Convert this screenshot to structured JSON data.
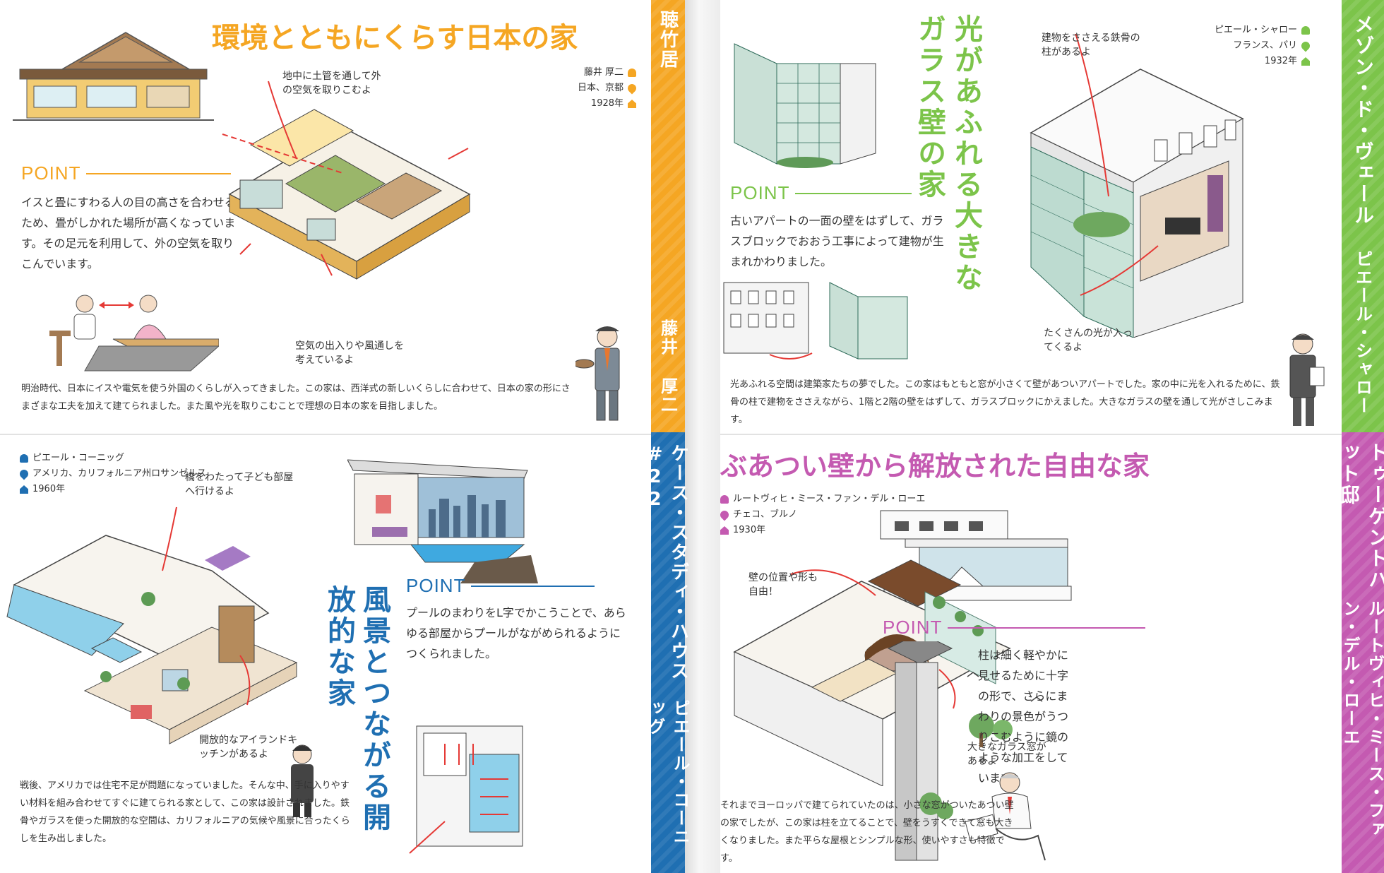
{
  "tl": {
    "title": "環境とともにくらす日本の家",
    "meta": [
      "藤井 厚二",
      "日本、京都",
      "1928年"
    ],
    "point_label": "POINT",
    "point_text": "イスと畳にすわる人の目の高さを合わせるため、畳がしかれた場所が高くなっています。その足元を利用して、外の空気を取りこんでいます。",
    "callout1": "地中に土管を通して外の空気を取りこむよ",
    "callout2": "空気の出入りや風通しを考えているよ",
    "body": "明治時代、日本にイスや電気を使う外国のくらしが入ってきました。この家は、西洋式の新しいくらしに合わせて、日本の家の形にさまざまな工夫を加えて建てられました。また風や光を取りこむことで理想の日本の家を目指しました。"
  },
  "band_orange": {
    "top": "聴竹居",
    "bottom": "藤井 厚二"
  },
  "band_blue": {
    "top": "ケース・スタディ・ハウス#22",
    "bottom": "ピエール・コーニッグ"
  },
  "band_green": {
    "top": "メゾン・ド・ヴェール",
    "bottom": "ピエール・シャロー"
  },
  "band_pink": {
    "top": "トゥーゲントハット邸",
    "bottom": "ルートヴィヒ・ミース・ファン・デル・ローエ"
  },
  "tr": {
    "title": "光があふれる大きなガラス壁の家",
    "meta": [
      "ピエール・シャロー",
      "フランス、パリ",
      "1932年"
    ],
    "point_label": "POINT",
    "point_text": "古いアパートの一面の壁をはずして、ガラスブロックでおおう工事によって建物が生まれかわりました。",
    "callout1": "建物をささえる鉄骨の柱があるよ",
    "callout2": "たくさんの光が入ってくるよ",
    "body": "光あふれる空間は建築家たちの夢でした。この家はもともと窓が小さくて壁があついアパートでした。家の中に光を入れるために、鉄骨の柱で建物をささえながら、1階と2階の壁をはずして、ガラスブロックにかえました。大きなガラスの壁を通して光がさしこみます。"
  },
  "bl": {
    "title": "風景とつながる開放的な家",
    "meta": [
      "ピエール・コーニッグ",
      "アメリカ、カリフォルニア州ロサンゼルス",
      "1960年"
    ],
    "point_label": "POINT",
    "point_text": "プールのまわりをL字でかこうことで、あらゆる部屋からプールがながめられるようにつくられました。",
    "callout1": "橋をわたって子ども部屋へ行けるよ",
    "callout2": "開放的なアイランドキッチンがあるよ",
    "body": "戦後、アメリカでは住宅不足が問題になっていました。そんな中、手に入りやすい材料を組み合わせてすぐに建てられる家として、この家は設計されました。鉄骨やガラスを使った開放的な空間は、カリフォルニアの気候や風景に合ったくらしを生み出しました。"
  },
  "br": {
    "title": "ぶあつい壁から解放された自由な家",
    "meta": [
      "ルートヴィヒ・ミース・ファン・デル・ローエ",
      "チェコ、ブルノ",
      "1930年"
    ],
    "point_label": "POINT",
    "point_text": "柱は細く軽やかに見せるために十字の形で、さらにまわりの景色がうつりこむように鏡のような加工をしています。",
    "callout1": "壁の位置や形も自由！",
    "callout2": "大きなガラス窓があるよ",
    "body": "それまでヨーロッパで建てられていたのは、小さな窓がついたあつい壁の家でしたが、この家は柱を立てることで、壁をうすくできて窓も大きくなりました。また平らな屋根とシンプルな形、使いやすさも特徴です。"
  },
  "colors": {
    "orange": "#f5a623",
    "green": "#7cc44a",
    "blue": "#1f6fb2",
    "pink": "#c45ab1"
  }
}
